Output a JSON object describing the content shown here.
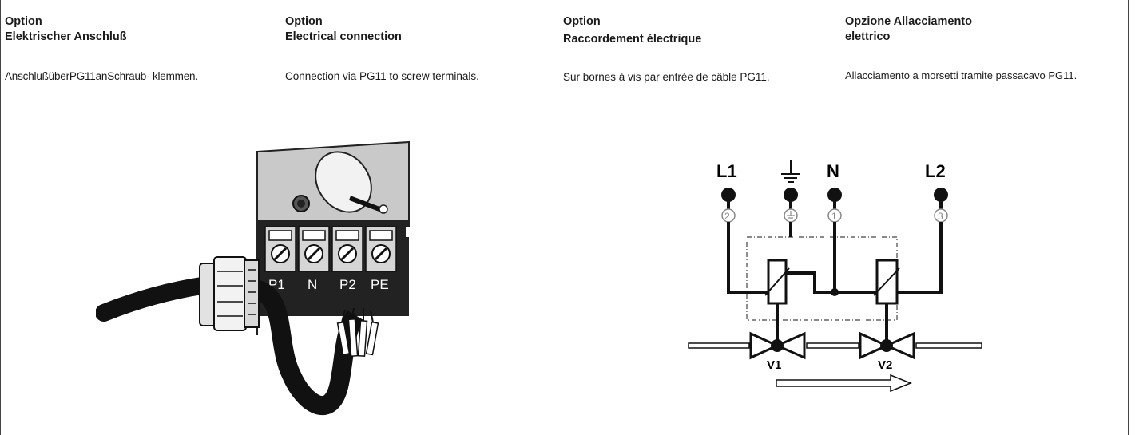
{
  "columns": [
    {
      "heading_line1": "Option",
      "heading_line2": "Elektrischer Anschluß",
      "body": "AnschlußüberPG11anSchraub- klemmen."
    },
    {
      "heading_line1": "Option",
      "heading_line2": "Electrical connection",
      "body": "Connection via PG11 to screw terminals."
    },
    {
      "heading_line1": "Option",
      "heading_line2": "Raccordement électrique",
      "body": "Sur bornes à vis par entrée de câble PG11."
    },
    {
      "heading_line1": "Opzione  Allacciamento",
      "heading_line2": "elettrico",
      "body": "Allacciamento a morsetti tramite passacavo PG11."
    }
  ],
  "terminal_figure": {
    "labels": [
      "P1",
      "N",
      "P2",
      "PE"
    ]
  },
  "wiring_diagram": {
    "lines": [
      "L1",
      "N",
      "L2"
    ],
    "terminals": [
      "2",
      "1",
      "3"
    ],
    "valves": [
      "V1",
      "V2"
    ],
    "earth_symbol": "earth-icon"
  }
}
